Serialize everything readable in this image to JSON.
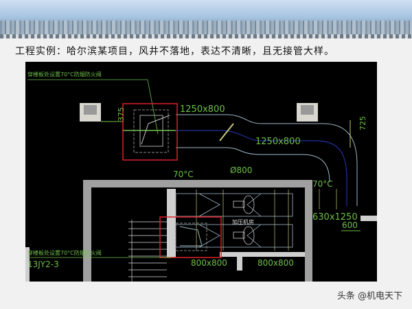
{
  "slide": {
    "title": "工程实例：哈尔滨某项目，风井不落地，表达不清晰，且无接管大样。",
    "watermark": "头条 @机电天下"
  },
  "drawing": {
    "note_top": "穿楼板处设置70°C防烟防火阀",
    "note_bottom": "穿楼板处设置70°C防烟防火阀",
    "standard_ref": "13JY2-3",
    "dim_top_duct": "1250x800",
    "dim_mid_duct": "1250x800",
    "dim_375": "375",
    "dim_725": "725",
    "dim_round": "Ø800",
    "temp_left": "70°C",
    "temp_right": "70°C",
    "dim_630": "630x1250",
    "dim_600": "600",
    "room_label": "加压机房",
    "dim_800a": "800x800",
    "dim_800b": "800x800",
    "colors": {
      "highlight": "#e0202a",
      "cad_text": "#6fbf4a",
      "wall": "#a0a0a0",
      "duct": "#9fb8c8",
      "background": "#000000"
    }
  }
}
